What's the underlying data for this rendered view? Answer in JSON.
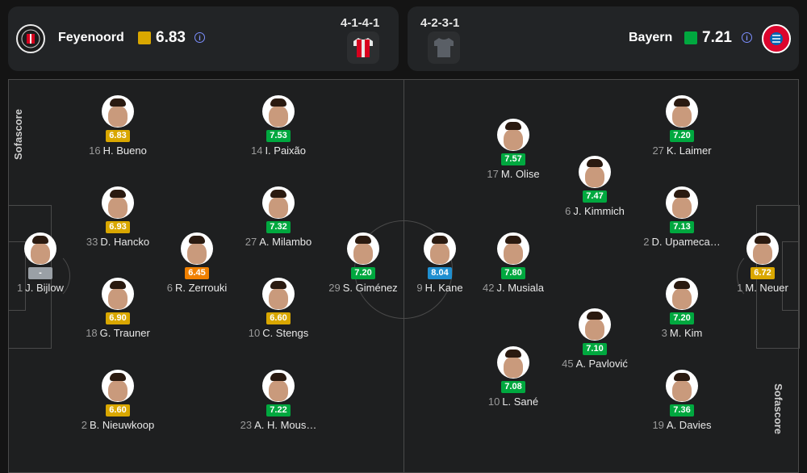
{
  "home": {
    "name": "Feyenoord",
    "rating": "6.83",
    "rating_color": "#d9a700",
    "formation": "4-1-4-1",
    "players": [
      {
        "number": "1",
        "name": "J. Bijlow",
        "rating": "-",
        "color": "#9aa0a6"
      },
      {
        "number": "16",
        "name": "H. Bueno",
        "rating": "6.83",
        "color": "#d9a700"
      },
      {
        "number": "33",
        "name": "D. Hancko",
        "rating": "6.93",
        "color": "#d9a700"
      },
      {
        "number": "18",
        "name": "G. Trauner",
        "rating": "6.90",
        "color": "#d9a700"
      },
      {
        "number": "2",
        "name": "B. Nieuwkoop",
        "rating": "6.60",
        "color": "#d9a700"
      },
      {
        "number": "6",
        "name": "R. Zerrouki",
        "rating": "6.45",
        "color": "#f08000"
      },
      {
        "number": "14",
        "name": "I. Paixão",
        "rating": "7.53",
        "color": "#00a83f"
      },
      {
        "number": "27",
        "name": "A. Milambo",
        "rating": "7.32",
        "color": "#00a83f"
      },
      {
        "number": "10",
        "name": "C. Stengs",
        "rating": "6.60",
        "color": "#d9a700"
      },
      {
        "number": "23",
        "name": "A. H. Mous…",
        "rating": "7.22",
        "color": "#00a83f"
      },
      {
        "number": "29",
        "name": "S. Giménez",
        "rating": "7.20",
        "color": "#00a83f"
      }
    ]
  },
  "away": {
    "name": "Bayern",
    "rating": "7.21",
    "rating_color": "#00a83f",
    "formation": "4-2-3-1",
    "players": [
      {
        "number": "9",
        "name": "H. Kane",
        "rating": "8.04",
        "color": "#1f8fd0"
      },
      {
        "number": "17",
        "name": "M. Olise",
        "rating": "7.57",
        "color": "#00a83f"
      },
      {
        "number": "42",
        "name": "J. Musiala",
        "rating": "7.80",
        "color": "#00a83f"
      },
      {
        "number": "10",
        "name": "L. Sané",
        "rating": "7.08",
        "color": "#00a83f"
      },
      {
        "number": "6",
        "name": "J. Kimmich",
        "rating": "7.47",
        "color": "#00a83f"
      },
      {
        "number": "45",
        "name": "A. Pavlović",
        "rating": "7.10",
        "color": "#00a83f"
      },
      {
        "number": "27",
        "name": "K. Laimer",
        "rating": "7.20",
        "color": "#00a83f"
      },
      {
        "number": "2",
        "name": "D. Upameca…",
        "rating": "7.13",
        "color": "#00a83f"
      },
      {
        "number": "3",
        "name": "M. Kim",
        "rating": "7.20",
        "color": "#00a83f"
      },
      {
        "number": "19",
        "name": "A. Davies",
        "rating": "7.36",
        "color": "#00a83f"
      },
      {
        "number": "1",
        "name": "M. Neuer",
        "rating": "6.72",
        "color": "#d9a700"
      }
    ]
  },
  "watermark": "Sofascore"
}
